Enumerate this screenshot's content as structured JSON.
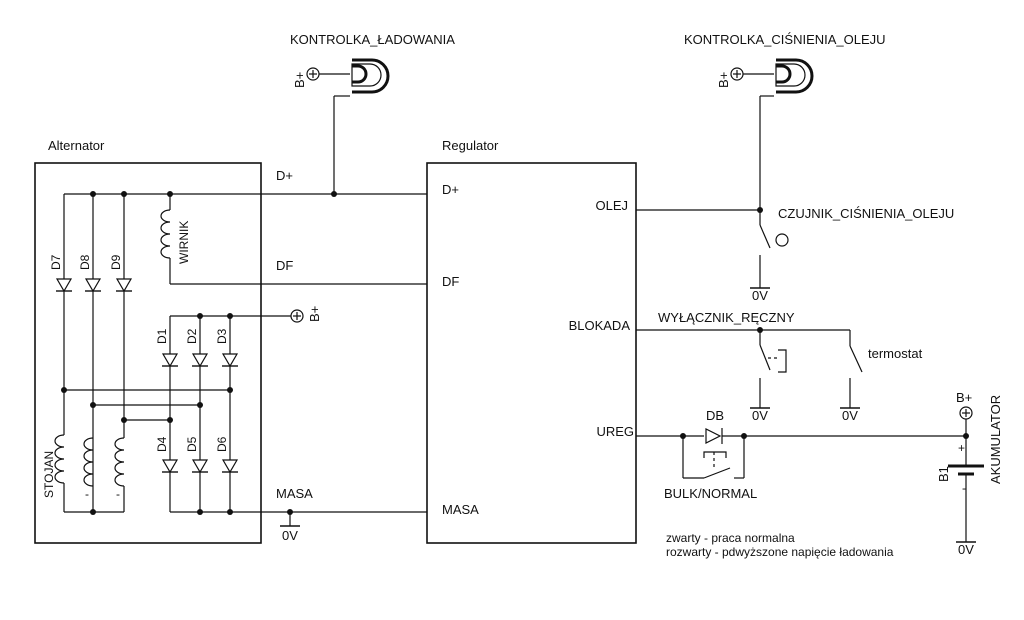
{
  "labels": {
    "lamp_charge": "KONTROLKA_ŁADOWANIA",
    "lamp_oil": "KONTROLKA_CIŚNIENIA_OLEJU",
    "alternator": "Alternator",
    "regulator": "Regulator",
    "alt_dplus": "D+",
    "alt_df": "DF",
    "alt_masa": "MASA",
    "reg_dplus": "D+",
    "reg_df": "DF",
    "reg_masa": "MASA",
    "reg_olej": "OLEJ",
    "reg_blokada": "BLOKADA",
    "reg_ureg": "UREG",
    "oil_sensor": "CZUJNIK_CIŚNIENIA_OLEJU",
    "manual_switch": "WYŁĄCZNIK_RĘCZNY",
    "thermostat": "termostat",
    "db": "DB",
    "bulk_normal": "BULK/NORMAL",
    "battery": "AKUMULATOR",
    "b1": "B1",
    "bplus": "B+",
    "ground": "0V",
    "rotor": "WIRNIK",
    "stator": "STOJAN",
    "plus": "+",
    "minus": "-",
    "d1": "D1",
    "d2": "D2",
    "d3": "D3",
    "d4": "D4",
    "d5": "D5",
    "d6": "D6",
    "d7": "D7",
    "d8": "D8",
    "d9": "D9"
  },
  "notes": [
    "zwarty - praca normalna",
    "rozwarty - pdwyższone napięcie ładowania"
  ]
}
